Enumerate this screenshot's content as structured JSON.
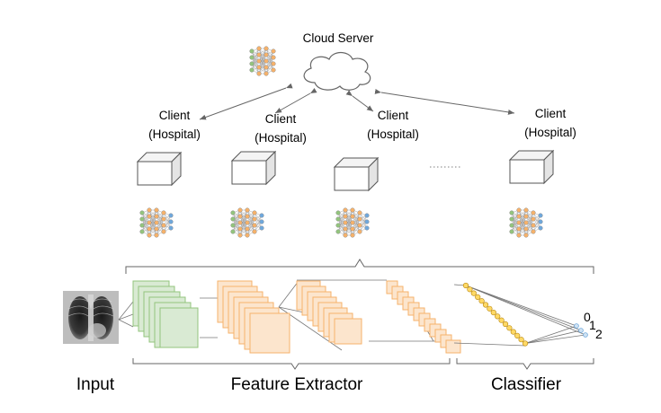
{
  "server": {
    "label": "Cloud Server"
  },
  "clients": [
    {
      "line1": "Client",
      "line2": "(Hospital)"
    },
    {
      "line1": "Client",
      "line2": "(Hospital)"
    },
    {
      "line1": "Client",
      "line2": "(Hospital)"
    },
    {
      "line1": "Client",
      "line2": "(Hospital)"
    }
  ],
  "sections": {
    "input": "Input",
    "feature_extractor": "Feature Extractor",
    "classifier": "Classifier"
  },
  "outputs": [
    "0",
    "1",
    "2"
  ],
  "colors": {
    "nn_green": "#93c47d",
    "nn_orange": "#f6b26b",
    "nn_blue": "#6fa8dc",
    "conv_green_fill": "#d9ead3",
    "conv_green_stroke": "#93c47d",
    "conv_orange_fill": "#fce5cd",
    "conv_orange_stroke": "#f6b26b",
    "classifier_node": "#ffd966",
    "line": "#666666"
  },
  "icons": {
    "cloud": "cloud-icon",
    "server_network": "neural-network-icon",
    "client_box": "server-box-icon",
    "xray": "chest-xray-image"
  }
}
